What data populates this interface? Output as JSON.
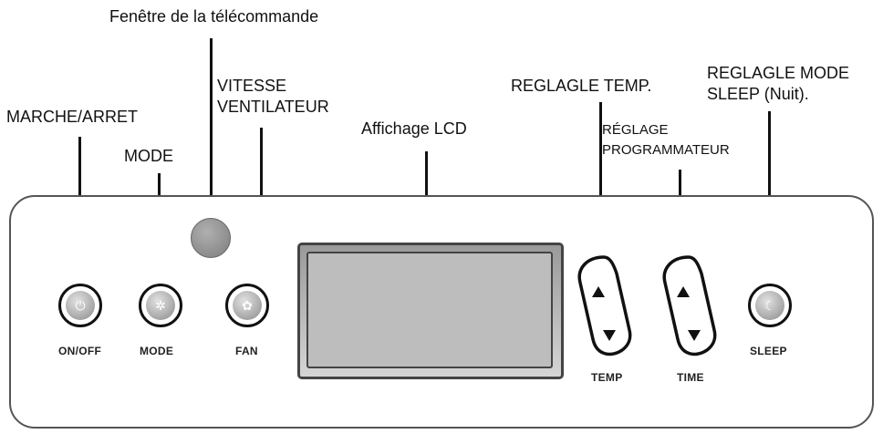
{
  "callouts": {
    "remote_window": "Fenêtre de la télécommande",
    "power": "MARCHE/ARRET",
    "mode": "MODE",
    "fan_speed_line1": "VITESSE",
    "fan_speed_line2": "VENTILATEUR",
    "lcd": "Affichage LCD",
    "temp_adjust": "REGLAGLE TEMP.",
    "timer_line1": "RÉGLAGE",
    "timer_line2": "PROGRAMMATEUR",
    "sleep_line1": "REGLAGLE MODE",
    "sleep_line2": "SLEEP (Nuit)."
  },
  "buttons": {
    "onoff": "ON/OFF",
    "mode": "MODE",
    "fan": "FAN",
    "temp": "TEMP",
    "time": "TIME",
    "sleep": "SLEEP"
  },
  "icons": {
    "onoff": "power-icon",
    "mode": "mode-icon",
    "fan": "fan-icon",
    "sleep": "moon-icon",
    "up": "up-arrow-icon",
    "down": "down-arrow-icon"
  },
  "colors": {
    "line": "#111111",
    "button_fill": "#9a9a9a",
    "lcd_fill": "#bdbdbd"
  }
}
